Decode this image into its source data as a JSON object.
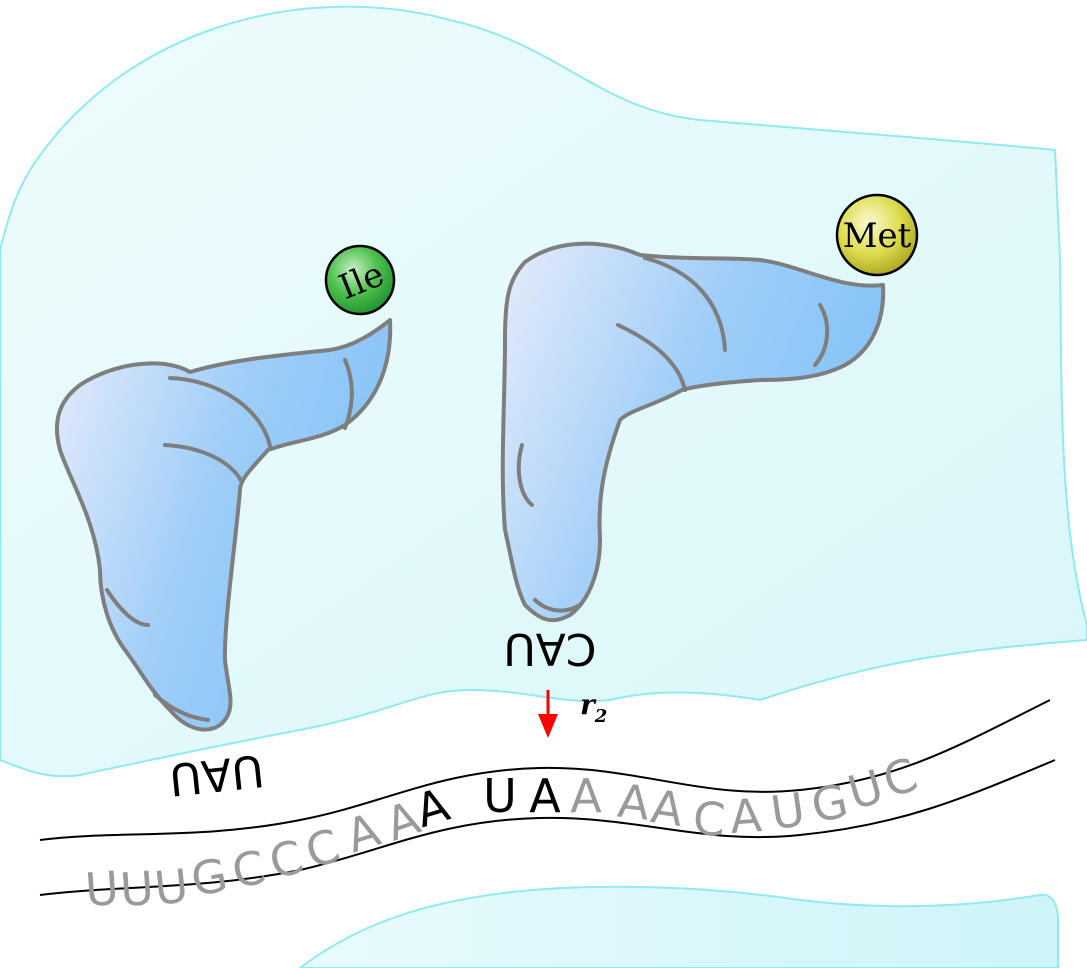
{
  "trna_left": {
    "amino_acid": "Ile",
    "anticodon": "UAU",
    "ball_color": "#3ab34a"
  },
  "trna_right": {
    "amino_acid": "Met",
    "anticodon": "CAU",
    "ball_color": "#d8d43c"
  },
  "mrna": {
    "bases": [
      "U",
      "U",
      "U",
      "G",
      "C",
      "C",
      "C",
      "A",
      "A",
      "A",
      "U",
      "A",
      "A",
      "A",
      "A",
      "C",
      "A",
      "U",
      "G",
      "U",
      "C"
    ],
    "codon_start": 9,
    "codon_length": 3
  },
  "rate_label": {
    "symbol": "r",
    "subscript": "2"
  },
  "colors": {
    "ribosome_fill": "#dff8fa",
    "ribosome_edge": "#8feaf2",
    "trna_fill": "#8cc6f6",
    "trna_edge": "#7e7e7e",
    "arrow": "#ff0000",
    "mrna_text": "#9a9a9a",
    "codon_text": "#000000"
  }
}
